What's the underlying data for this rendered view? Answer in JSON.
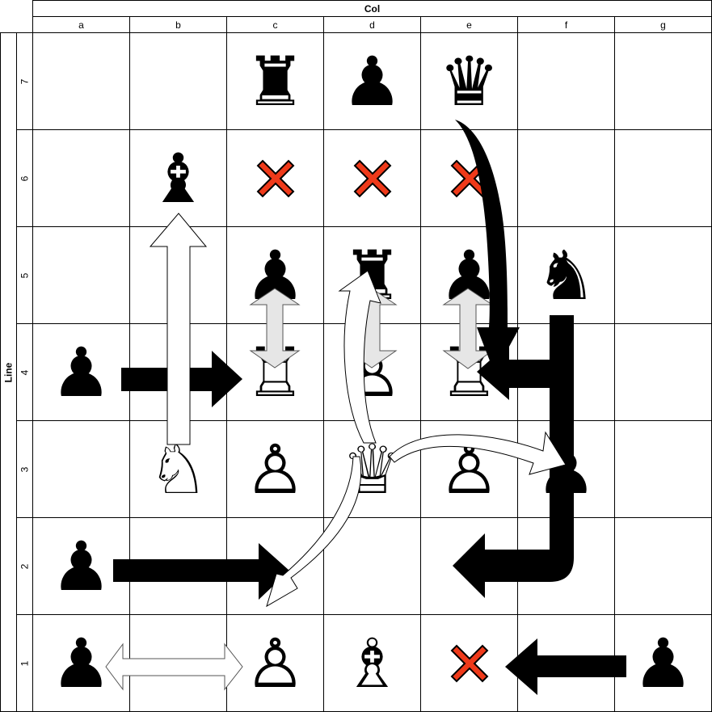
{
  "header": {
    "col_title": "Col",
    "row_title": "Line",
    "columns": [
      "a",
      "b",
      "c",
      "d",
      "e",
      "f",
      "g"
    ],
    "rows": [
      "7",
      "6",
      "5",
      "4",
      "3",
      "2",
      "1"
    ]
  },
  "colors": {
    "grid": "#000000",
    "cross_fill": "#ef3a1a",
    "cross_stroke": "#000000",
    "arrow_black": "#000000",
    "arrow_white": "#ffffff",
    "arrow_gray": "#e6e6e6"
  },
  "pieces": [
    {
      "square": "c7",
      "type": "rook",
      "color": "black",
      "glyph": "♜"
    },
    {
      "square": "d7",
      "type": "pawn",
      "color": "black",
      "glyph": "♟"
    },
    {
      "square": "e7",
      "type": "queen",
      "color": "black",
      "glyph": "♛"
    },
    {
      "square": "b6",
      "type": "bishop",
      "color": "black",
      "glyph": "♝"
    },
    {
      "square": "c5",
      "type": "pawn",
      "color": "black",
      "glyph": "♟"
    },
    {
      "square": "d5",
      "type": "rook",
      "color": "black",
      "glyph": "♜"
    },
    {
      "square": "e5",
      "type": "pawn",
      "color": "black",
      "glyph": "♟"
    },
    {
      "square": "f5",
      "type": "knight",
      "color": "black",
      "glyph": "♞"
    },
    {
      "square": "a4",
      "type": "pawn",
      "color": "black",
      "glyph": "♟"
    },
    {
      "square": "c4",
      "type": "rook",
      "color": "white",
      "glyph": "♖"
    },
    {
      "square": "d4",
      "type": "pawn",
      "color": "white",
      "glyph": "♙"
    },
    {
      "square": "e4",
      "type": "rook",
      "color": "white",
      "glyph": "♖"
    },
    {
      "square": "b3",
      "type": "knight",
      "color": "white",
      "glyph": "♘"
    },
    {
      "square": "c3",
      "type": "pawn",
      "color": "white",
      "glyph": "♙"
    },
    {
      "square": "d3",
      "type": "queen",
      "color": "white",
      "glyph": "♕"
    },
    {
      "square": "e3",
      "type": "pawn",
      "color": "white",
      "glyph": "♙"
    },
    {
      "square": "f3",
      "type": "pawn",
      "color": "black",
      "glyph": "♟"
    },
    {
      "square": "a2",
      "type": "pawn",
      "color": "black",
      "glyph": "♟"
    },
    {
      "square": "a1",
      "type": "pawn",
      "color": "black",
      "glyph": "♟"
    },
    {
      "square": "c1",
      "type": "pawn",
      "color": "white",
      "glyph": "♙"
    },
    {
      "square": "d1",
      "type": "bishop",
      "color": "white",
      "glyph": "♗"
    },
    {
      "square": "g1",
      "type": "pawn",
      "color": "black",
      "glyph": "♟"
    }
  ],
  "crosses": [
    "c6",
    "d6",
    "e6",
    "e1"
  ],
  "arrows": [
    {
      "id": "a4-to-c4",
      "style": "black-straight",
      "from": "a4",
      "to": "c4"
    },
    {
      "id": "b3-to-b6",
      "style": "white-straight",
      "from": "b3",
      "to": "b6"
    },
    {
      "id": "c5-c4-swap",
      "style": "gray-double",
      "from": "c5",
      "to": "c4"
    },
    {
      "id": "d5-d4-swap",
      "style": "gray-double",
      "from": "d5",
      "to": "d4"
    },
    {
      "id": "e5-e4-swap",
      "style": "gray-double",
      "from": "e5",
      "to": "e4"
    },
    {
      "id": "e7-to-e4",
      "style": "black-curved",
      "from": "e7",
      "to": "e4"
    },
    {
      "id": "f4-to-e4",
      "style": "black-elbow",
      "from": "f4",
      "to": "e4"
    },
    {
      "id": "f4-to-e2",
      "style": "black-elbow",
      "from": "f4",
      "to": "e2"
    },
    {
      "id": "d3-to-d5",
      "style": "white-curved",
      "from": "d3",
      "to": "d5"
    },
    {
      "id": "d3-to-f3",
      "style": "white-curved",
      "from": "d3",
      "to": "f3"
    },
    {
      "id": "d3-to-c2",
      "style": "white-curved",
      "from": "d3",
      "to": "c2"
    },
    {
      "id": "a2-to-c2",
      "style": "black-straight",
      "from": "a2",
      "to": "c2"
    },
    {
      "id": "a1-c1-swap",
      "style": "white-double",
      "from": "a1",
      "to": "c1"
    },
    {
      "id": "g1-to-e1",
      "style": "black-straight",
      "from": "g1",
      "to": "e1"
    }
  ]
}
